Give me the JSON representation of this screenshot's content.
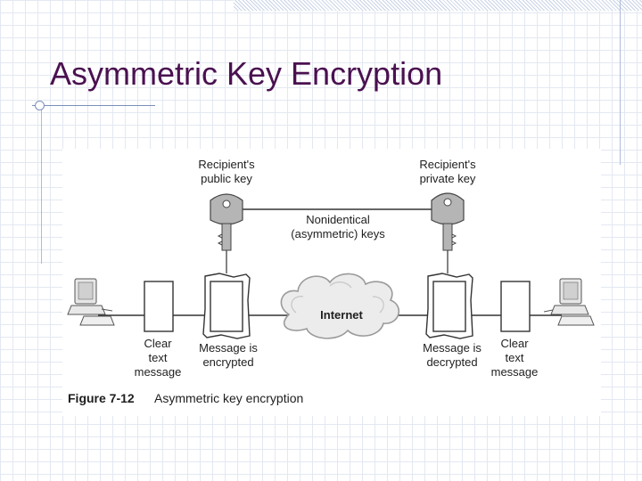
{
  "slide": {
    "title": "Asymmetric Key Encryption"
  },
  "diagram": {
    "recipient_public_key": "Recipient's\npublic key",
    "recipient_private_key": "Recipient's\nprivate key",
    "nonidentical_keys": "Nonidentical\n(asymmetric) keys",
    "internet": "Internet",
    "clear_text_left": "Clear\ntext\nmessage",
    "message_encrypted": "Message is\nencrypted",
    "message_decrypted": "Message is\ndecrypted",
    "clear_text_right": "Clear\ntext\nmessage"
  },
  "caption": {
    "number": "Figure 7-12",
    "text": "Asymmetric key encryption"
  }
}
